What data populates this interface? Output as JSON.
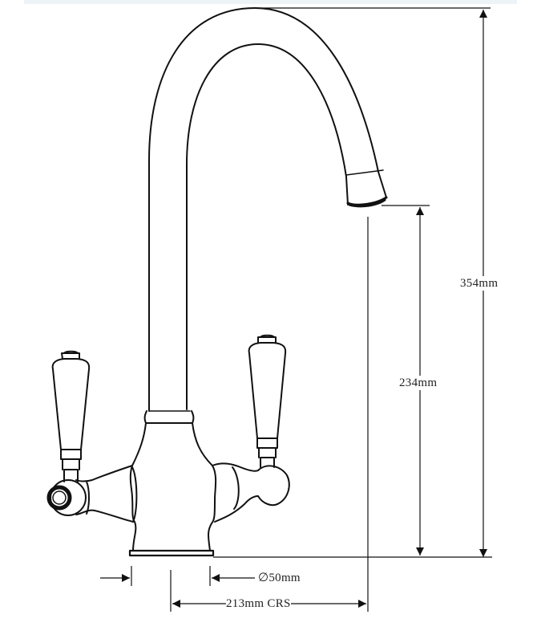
{
  "diagram": {
    "type": "technical-dimension-drawing",
    "subject": "two-handle swan-neck kitchen mixer tap",
    "stroke_color": "#111111",
    "background": "#ffffff",
    "dimensions": {
      "overall_height": "354mm",
      "spout_clearance_height": "234mm",
      "base_diameter": "∅50mm",
      "spout_reach": "213mm CRS"
    }
  }
}
